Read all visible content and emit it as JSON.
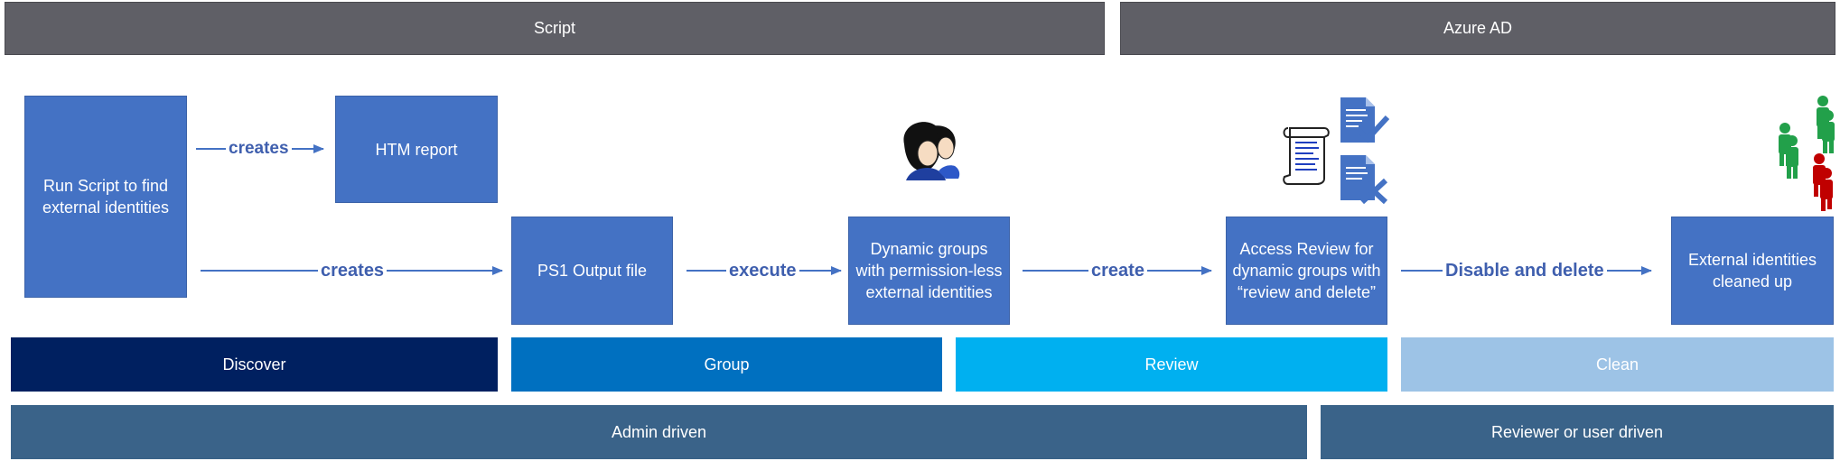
{
  "headers": {
    "script": "Script",
    "azure": "Azure AD"
  },
  "boxes": {
    "run_script": "Run Script to find external identities",
    "htm_report": "HTM report",
    "ps1_output": "PS1 Output file",
    "dynamic_groups": "Dynamic groups with permission-less external identities",
    "access_review": "Access Review for dynamic groups with “review and delete”",
    "cleaned_up": "External identities cleaned up"
  },
  "arrows": {
    "creates_top": "creates",
    "creates_bottom": "creates",
    "execute": "execute",
    "create": "create",
    "disable_delete": "Disable and delete"
  },
  "phases": {
    "discover": "Discover",
    "group": "Group",
    "review": "Review",
    "clean": "Clean"
  },
  "drivers": {
    "admin": "Admin driven",
    "reviewer": "Reviewer or user driven"
  },
  "colors": {
    "header": "#5f5f66",
    "box": "#4472c4",
    "arrow": "#4472c4",
    "discover": "#002060",
    "group": "#0070c0",
    "review": "#00b0f0",
    "clean": "#9dc3e6",
    "driver": "#3a6389",
    "users_ok": "#22a04a",
    "users_removed": "#c00000"
  },
  "icons": [
    "people-icon",
    "script-scroll-icon",
    "document-approve-icon",
    "document-deny-icon",
    "users-group-icon"
  ]
}
